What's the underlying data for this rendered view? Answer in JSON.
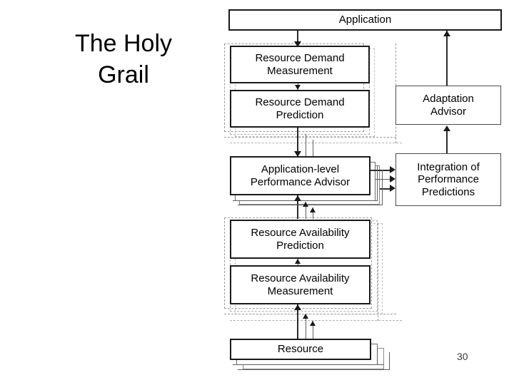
{
  "slide": {
    "title": "The Holy\nGrail",
    "page_number": "30"
  },
  "diagram": {
    "kind": "block-flow-diagram",
    "nodes": {
      "application": {
        "label": "Application"
      },
      "resource_demand_measurement": {
        "label": "Resource Demand\nMeasurement"
      },
      "resource_demand_prediction": {
        "label": "Resource Demand\nPrediction"
      },
      "adaptation_advisor": {
        "label": "Adaptation\nAdvisor"
      },
      "application_level_performance_advisor": {
        "label": "Application-level\nPerformance Advisor"
      },
      "integration_of_performance_predictions": {
        "label": "Integration of\nPerformance\nPredictions"
      },
      "resource_availability_prediction": {
        "label": "Resource Availability\nPrediction"
      },
      "resource_availability_measurement": {
        "label": "Resource Availability\nMeasurement"
      },
      "resource": {
        "label": "Resource"
      }
    },
    "colors": {
      "node_border": "#1a1a1a",
      "stack_border": "#555555",
      "group_border": "#9a9a9a",
      "connector": "#2b2b2b",
      "background": "#ffffff",
      "text": "#000000"
    }
  }
}
